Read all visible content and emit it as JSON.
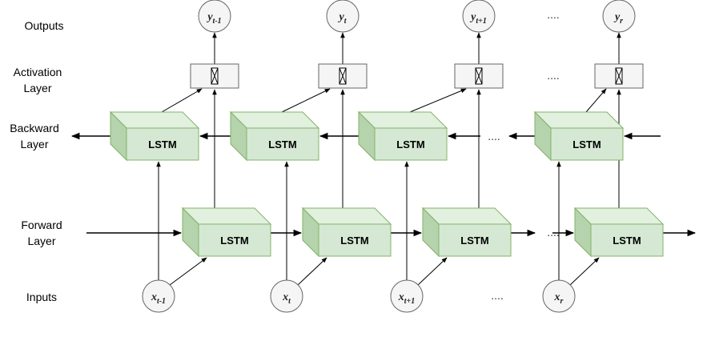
{
  "row_labels": {
    "outputs": "Outputs",
    "activation": [
      "Activation",
      "Layer"
    ],
    "backward": [
      "Backward",
      "Layer"
    ],
    "forward": [
      "Forward",
      "Layer"
    ],
    "inputs": "Inputs"
  },
  "cell_label": "LSTM",
  "ellipsis": "....",
  "inputs": [
    {
      "base": "x",
      "sub": "t-1"
    },
    {
      "base": "x",
      "sub": "t"
    },
    {
      "base": "x",
      "sub": "t+1"
    },
    {
      "base": "x",
      "sub": "r"
    }
  ],
  "outputs": [
    {
      "base": "y",
      "sub": "t-1"
    },
    {
      "base": "y",
      "sub": "t"
    },
    {
      "base": "y",
      "sub": "t+1"
    },
    {
      "base": "y",
      "sub": "r"
    }
  ],
  "colors": {
    "cell_front": "#d5e8d4",
    "cell_top": "#e2f0df",
    "cell_side": "#b5d3ad",
    "cell_stroke": "#82b366",
    "node_fill": "#f5f5f5",
    "node_stroke": "#666666",
    "edge": "#000000"
  }
}
